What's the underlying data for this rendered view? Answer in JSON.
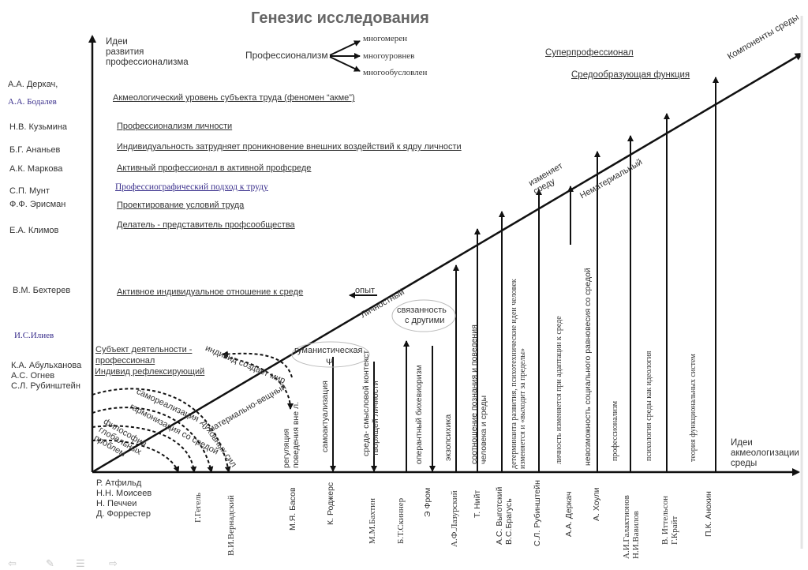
{
  "title": "Генезис исследования",
  "axes": {
    "y_label": "Идеи\nразвития\nпрофессионализма",
    "x_label": "Идеи\nакмеологизации\nсреды",
    "diag_label": "Компоненты среды"
  },
  "professionalism": {
    "label": "Профессионализм",
    "items": [
      "многомерен",
      "многоуровнев",
      "многообусловлен"
    ]
  },
  "super": "Суперпрофессионал",
  "env_function": "Средообразующая функция",
  "left_authors": {
    "a1": "А.А. Деркач,",
    "a2": "А.А. Бодалев",
    "a3": "Н.В. Кузьмина",
    "a4": "Б.Г. Ананьев",
    "a5": "А.К. Маркова",
    "a6": "С.П. Мунт",
    "a7": "Ф.Ф. Эрисман",
    "a8": "Е.А. Климов",
    "a9": "В.М. Бехтерев",
    "a10": "И.С.Илиев",
    "a11": "К.А. Абульханова",
    "a12": "А.С. Огнев",
    "a13": "С.Л. Рубинштейн"
  },
  "levels": {
    "l1": "Акмеологический уровень субъекта труда (феномен “акме”)",
    "l2": "Профессионализм личности",
    "l3": "Индивидуальность затрудняет проникновение внешних воздействий к ядру личности",
    "l4": "Активный профессионал в активной профсреде",
    "l5": "Профессиографический подход к труду",
    "l6": "Проектирование условий труда",
    "l7": "Делатель - представитель профсообщества",
    "l8": "Активное индивидуальное отношение к среде",
    "l9": "Субъект деятельности - профессионал",
    "l10": "Индивид рефлексирующий"
  },
  "diagonal_notes": {
    "opyt": "опыт",
    "lichnostny": "Личностный",
    "izmenyaet": "изменяет среду",
    "nematerial": "Нематериальный",
    "individ": "индивид создает мир",
    "material": "материально-вещный",
    "samoreal": "самореализация",
    "harm": "гармонизация со средой",
    "dukh": "духовных сил",
    "philo": "философия глобальных проблем"
  },
  "ellipses": {
    "gum": "гуманистическая",
    "psi": "Ψ",
    "sv1": "связанность",
    "sv2": "с другими"
  },
  "bottom_left": [
    "Р. Атфильд",
    "Н.Н. Моисеев",
    "Н. Печчеи",
    "Д. Форрестер"
  ],
  "column_notes": {
    "reg": "регуляция поведения вне л.",
    "samoakt": "самоактуализация",
    "sreda": "среда- смысловой контекст творящей личности",
    "operant": "оперантный бихевиоризм",
    "ekzo": "экзопсихика",
    "soot": "соотношение познания и поведения человека и среды",
    "determ": "детерминанта развития, психотехнические идеи человек изменяется и «выходит за пределы»",
    "lichn": "личность изменяется при адаптации к среде",
    "nevoz": "невозможность социального равновесия со средой",
    "prof": "профессионализм",
    "psikh": "психология среды как идеология",
    "teor": "теория функциональных систем"
  },
  "bottom_authors": {
    "b1": "Г.Гегель",
    "b2": "В.И.Вернадский",
    "b3": "М.Я. Басов",
    "b4": "К. Роджерс",
    "b5": "М.М.Бахтин",
    "b6": "Б.Т.Скиннер",
    "b7": "Э Фром",
    "b8": "А.Ф.Лазурский",
    "b9": "Т. Нийт",
    "b10": "А.С. Выготский В.С.Брагусь",
    "b11": "С.Л. Рубинштейн",
    "b12": "А.А. Деркач",
    "b13": "А. Хоули",
    "b14": "А.И.Галактионов Н.И.Вавилов",
    "b15": "В. Иттельсон Г.Крайт",
    "b16": "П.К. Анохин"
  }
}
